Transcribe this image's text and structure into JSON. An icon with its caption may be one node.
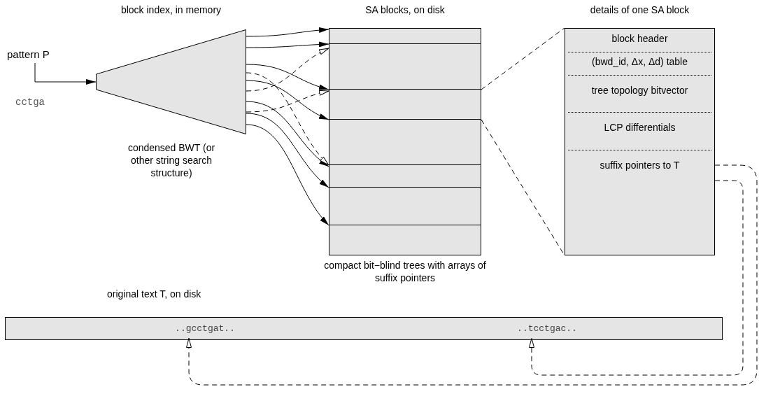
{
  "diagram": {
    "nodes": [
      {
        "text": [
          "pattern P"
        ]
      },
      {
        "text": [
          "block index, in memory"
        ],
        "beside": [
          "condensed BWT (or other string search structure)"
        ]
      },
      {
        "text": [
          "SA blocks, on disk"
        ],
        "beside": [
          "compact bit−blind trees with arrays of suffix pointers"
        ]
      },
      {
        "text": [],
        "shape": "box",
        "in": 2
      },
      {
        "text": [],
        "shape": "box",
        "in": 2
      },
      {
        "text": [],
        "shape": "box",
        "in": 2
      },
      {
        "text": [],
        "shape": "box",
        "in": 2
      },
      {
        "text": [],
        "shape": "box",
        "in": 2
      },
      {
        "text": [],
        "shape": "box",
        "in": 2
      },
      {
        "text": [],
        "shape": "box",
        "in": 2
      },
      {
        "text": [
          "details of one SA block"
        ]
      },
      {
        "text": [
          "block header"
        ],
        "in": 10
      },
      {
        "text": [
          "(bwd_id, Δx, Δd) table"
        ],
        "in": 10
      },
      {
        "text": [
          "tree topology bitvector"
        ],
        "in": 10
      },
      {
        "text": [
          "LCP differentials"
        ],
        "in": 10
      },
      {
        "text": [
          "suffix pointers to T"
        ],
        "in": 10
      },
      {
        "text": [
          "original text T, on disk"
        ]
      },
      {
        "text": [
          "..gcctgat.."
        ],
        "in": 16
      },
      {
        "text": [
          "..tcctgac.."
        ],
        "in": 16
      }
    ],
    "edges": [
      {
        "from": 0,
        "to": 1,
        "arrow": "to"
      },
      {
        "from": 1,
        "to": 3,
        "arrow": "to"
      },
      {
        "from": 1,
        "to": 4,
        "arrow": "to"
      },
      {
        "from": 1,
        "to": 5,
        "arrow": "to"
      },
      {
        "from": 1,
        "to": 6,
        "arrow": "to"
      },
      {
        "from": 1,
        "to": 7,
        "arrow": "to"
      },
      {
        "from": 1,
        "to": 8,
        "arrow": "to"
      },
      {
        "from": 1,
        "to": 9,
        "arrow": "to"
      },
      {
        "from": 1,
        "to": 4,
        "arrow": "to",
        "style": "dashed"
      },
      {
        "from": 1,
        "to": 5,
        "arrow": "to",
        "style": "dashed"
      },
      {
        "from": 1,
        "to": 7,
        "arrow": "to",
        "style": "dashed"
      },
      {
        "from": 5,
        "to": 10,
        "arrow": "none",
        "style": "dashed"
      },
      {
        "from": 5,
        "to": 10,
        "arrow": "none",
        "style": "dashed"
      },
      {
        "from": 15,
        "to": 17,
        "arrow": "to",
        "style": "dashed"
      },
      {
        "from": 15,
        "to": 18,
        "arrow": "to",
        "style": "dashed"
      }
    ],
    "labels": [
      "cctga"
    ]
  }
}
